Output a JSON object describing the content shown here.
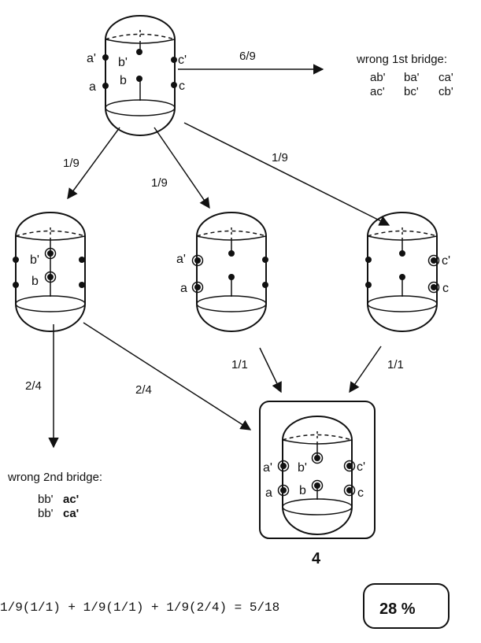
{
  "points": {
    "a": "a",
    "b": "b",
    "c": "c",
    "a_prime": "a'",
    "b_prime": "b'",
    "c_prime": "c'"
  },
  "edges": {
    "top_to_wrong": "6/9",
    "top_to_left": "1/9",
    "top_to_middle": "1/9",
    "top_to_right": "1/9",
    "middle_to_final": "1/1",
    "right_to_final": "1/1",
    "left_to_wrong2": "2/4",
    "left_to_final": "2/4"
  },
  "wrong_first": {
    "title": "wrong 1st bridge:",
    "row1": [
      "ab'",
      "ba'",
      "ca'"
    ],
    "row2": [
      "ac'",
      "bc'",
      "cb'"
    ]
  },
  "wrong_second": {
    "title": "wrong 2nd bridge:",
    "row1_prefix": "bb'",
    "row1_bold": "ac'",
    "row2_prefix": "bb'",
    "row2_bold": "ca'"
  },
  "final_count": "4",
  "equation": "1/9(1/1) + 1/9(1/1) + 1/9(2/4) = 5/18",
  "result": "28 %"
}
